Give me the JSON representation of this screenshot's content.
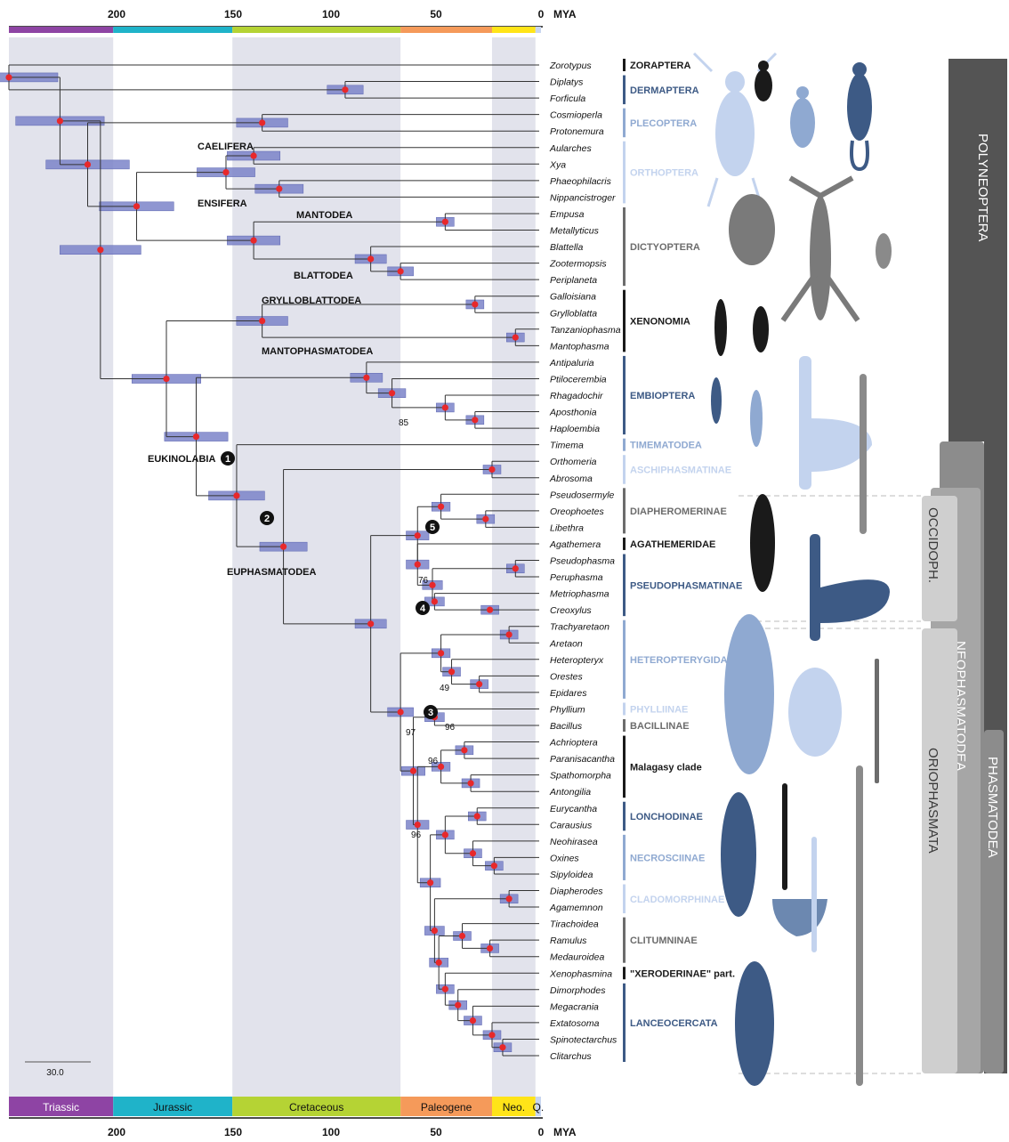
{
  "time_axis": {
    "unit_label": "MYA",
    "ticks": [
      "200",
      "150",
      "100",
      "50",
      "0"
    ],
    "tick_values": [
      200,
      150,
      100,
      50,
      0
    ],
    "max": 250,
    "scale_bar_label": "30.0"
  },
  "periods": [
    {
      "name": "Triassic",
      "start": 250,
      "end": 201,
      "color": "#8e44a4"
    },
    {
      "name": "Jurassic",
      "start": 201,
      "end": 145,
      "color": "#1fb3c9"
    },
    {
      "name": "Cretaceous",
      "start": 145,
      "end": 66,
      "color": "#b5d334"
    },
    {
      "name": "Paleogene",
      "start": 66,
      "end": 23,
      "color": "#f59a5a"
    },
    {
      "name": "Neo.",
      "start": 23,
      "end": 2.6,
      "color": "#ffe418"
    },
    {
      "name": "Q.",
      "start": 2.6,
      "end": 0,
      "color": "#c8d6f0"
    }
  ],
  "taxa": [
    "Zorotypus",
    "Diplatys",
    "Forficula",
    "Cosmioperla",
    "Protonemura",
    "Aularches",
    "Xya",
    "Phaeophilacris",
    "Nippancistroger",
    "Empusa",
    "Metallyticus",
    "Blattella",
    "Zootermopsis",
    "Periplaneta",
    "Galloisiana",
    "Grylloblatta",
    "Tanzaniophasma",
    "Mantophasma",
    "Antipaluria",
    "Ptilocerembia",
    "Rhagadochir",
    "Aposthonia",
    "Haploembia",
    "Timema",
    "Orthomeria",
    "Abrosoma",
    "Pseudosermyle",
    "Oreophoetes",
    "Libethra",
    "Agathemera",
    "Pseudophasma",
    "Peruphasma",
    "Metriophasma",
    "Creoxylus",
    "Trachyaretaon",
    "Aretaon",
    "Heteropteryx",
    "Orestes",
    "Epidares",
    "Phyllium",
    "Bacillus",
    "Achrioptera",
    "Paranisacantha",
    "Spathomorpha",
    "Antongilia",
    "Eurycantha",
    "Carausius",
    "Neohirasea",
    "Oxines",
    "Sipyloidea",
    "Diapherodes",
    "Agamemnon",
    "Tirachoidea",
    "Ramulus",
    "Medauroidea",
    "Xenophasmina",
    "Dimorphodes",
    "Megacrania",
    "Extatosoma",
    "Spinotectarchus",
    "Clitarchus"
  ],
  "clades": [
    {
      "name": "ZORAPTERA",
      "from": 0,
      "to": 0,
      "color": "#1a1a1a"
    },
    {
      "name": "DERMAPTERA",
      "from": 1,
      "to": 2,
      "color": "#3d5a85"
    },
    {
      "name": "PLECOPTERA",
      "from": 3,
      "to": 4,
      "color": "#8fa9d1"
    },
    {
      "name": "ORTHOPTERA",
      "from": 5,
      "to": 8,
      "color": "#c3d3ee"
    },
    {
      "name": "DICTYOPTERA",
      "from": 9,
      "to": 13,
      "color": "#6c6c6c"
    },
    {
      "name": "XENONOMIA",
      "from": 14,
      "to": 17,
      "color": "#1a1a1a"
    },
    {
      "name": "EMBIOPTERA",
      "from": 18,
      "to": 22,
      "color": "#3d5a85"
    },
    {
      "name": "TIMEMATODEA",
      "from": 23,
      "to": 23,
      "color": "#8fa9d1"
    },
    {
      "name": "ASCHIPHASMATINAE",
      "from": 24,
      "to": 25,
      "color": "#c3d3ee"
    },
    {
      "name": "DIAPHEROMERINAE",
      "from": 26,
      "to": 28,
      "color": "#6c6c6c"
    },
    {
      "name": "AGATHEMERIDAE",
      "from": 29,
      "to": 29,
      "color": "#1a1a1a"
    },
    {
      "name": "PSEUDOPHASMATINAE",
      "from": 30,
      "to": 33,
      "color": "#3d5a85"
    },
    {
      "name": "HETEROPTERYGIDAE",
      "from": 34,
      "to": 38,
      "color": "#8fa9d1"
    },
    {
      "name": "PHYLLIINAE",
      "from": 39,
      "to": 39,
      "color": "#c3d3ee"
    },
    {
      "name": "BACILLINAE",
      "from": 40,
      "to": 40,
      "color": "#6c6c6c"
    },
    {
      "name": "Malagasy clade",
      "from": 41,
      "to": 44,
      "color": "#1a1a1a"
    },
    {
      "name": "LONCHODINAE",
      "from": 45,
      "to": 46,
      "color": "#3d5a85"
    },
    {
      "name": "NECROSCIINAE",
      "from": 47,
      "to": 49,
      "color": "#8fa9d1"
    },
    {
      "name": "CLADOMORPHINAE",
      "from": 50,
      "to": 51,
      "color": "#c3d3ee"
    },
    {
      "name": "CLITUMNINAE",
      "from": 52,
      "to": 54,
      "color": "#6c6c6c"
    },
    {
      "name": "\"XERODERINAE\" part.",
      "from": 55,
      "to": 55,
      "color": "#1a1a1a"
    },
    {
      "name": "LANCEOCERCATA",
      "from": 56,
      "to": 60,
      "color": "#3d5a85"
    }
  ],
  "inner_clade_labels": {
    "caelifera": "CAELIFERA",
    "ensifera": "ENSIFERA",
    "mantodea": "MANTODEA",
    "blattodea": "BLATTODEA",
    "grylloblattodea": "GRYLLOBLATTODEA",
    "mantophasmatodea": "MANTOPHASMATODEA",
    "eukinolabia": "EUKINOLABIA",
    "euphasmatodea": "EUPHASMATODEA"
  },
  "node_numbers": [
    "1",
    "2",
    "3",
    "4",
    "5"
  ],
  "support_values": [
    "85",
    "76",
    "49",
    "97",
    "96",
    "96",
    "96"
  ],
  "groups": {
    "polyneoptera": "POLYNEOPTERA",
    "phasmatodea": "PHASMATODEA",
    "neophasmatodea": "NEOPHASMATODEA",
    "occidoph": "OCCIDOPH.",
    "oriophasmata": "ORIOPHASMATA"
  },
  "colors": {
    "hpd_bar": "#7b84c9",
    "node_dot": "#e8282b",
    "band": "#e2e3ec",
    "tree_line": "#333333"
  }
}
